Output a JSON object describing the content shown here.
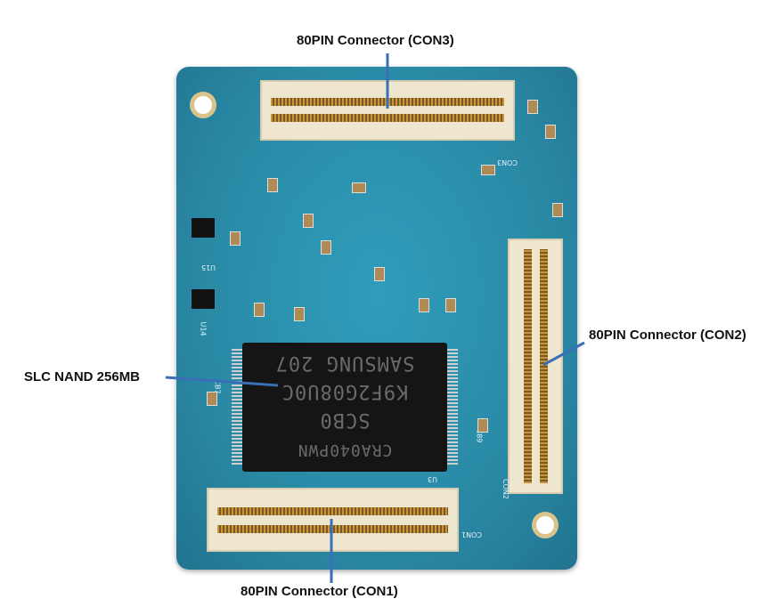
{
  "labels": {
    "con3": "80PIN Connector (CON3)",
    "con2": "80PIN Connector (CON2)",
    "nand": "SLC NAND 256MB",
    "con1": "80PIN Connector (CON1)"
  },
  "chip_markings": [
    "CRA040PWN",
    "SCB0",
    "K9F2G08U0C",
    "SAMSUNG 207"
  ],
  "silkscreen": {
    "con3": "CON3",
    "con2": "CON2",
    "con1": "CON1",
    "u15": "U15",
    "u14": "U14",
    "u3": "U3",
    "cb7": "CB7",
    "c89": "C89"
  },
  "colors": {
    "arrow": "#3a6fb8",
    "board": "#2a8aa6"
  }
}
